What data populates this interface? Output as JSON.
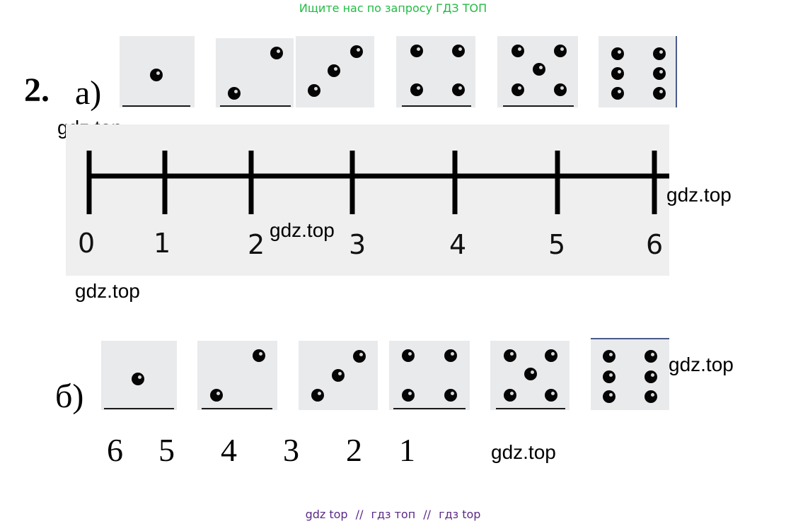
{
  "banner": "Ищите нас по запросу ГДЗ ТОП",
  "task_number": "2.",
  "part_a_label": "а)",
  "part_b_label": "б)",
  "watermark": "gdz.top",
  "number_line": {
    "ticks": [
      "0",
      "1",
      "2",
      "3",
      "4",
      "5",
      "6"
    ]
  },
  "dice_a": [
    1,
    2,
    3,
    4,
    5,
    6
  ],
  "dice_b": [
    1,
    2,
    3,
    4,
    5,
    6
  ],
  "order_b": [
    "6",
    "5",
    "4",
    "3",
    "2",
    "1"
  ],
  "footer": {
    "part1": "gdz top",
    "sep1": "//",
    "part2": "гдз топ",
    "sep2": "//",
    "part3": "гдз top"
  }
}
